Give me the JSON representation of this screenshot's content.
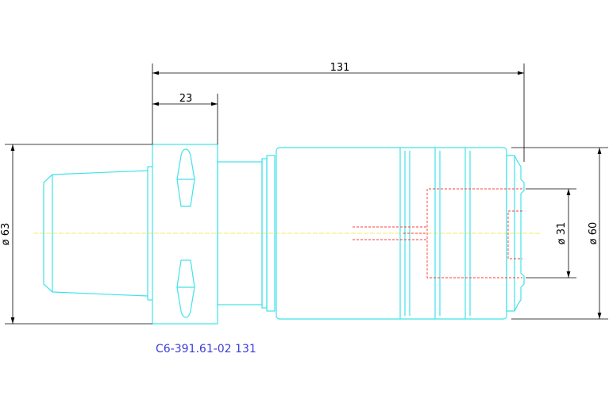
{
  "dimensions": {
    "overall_length": "131",
    "flange_length": "23",
    "flange_diameter": "ø 63",
    "body_diameter": "ø 60",
    "bore_diameter": "ø 31"
  },
  "part_number": "C6-391.61-02 131",
  "colors": {
    "outline": "#3fe3ea",
    "dimensions": "#000000",
    "hidden": "#ff3b3b",
    "centerline": "#f2ee6a",
    "label": "#3b3bdb"
  }
}
